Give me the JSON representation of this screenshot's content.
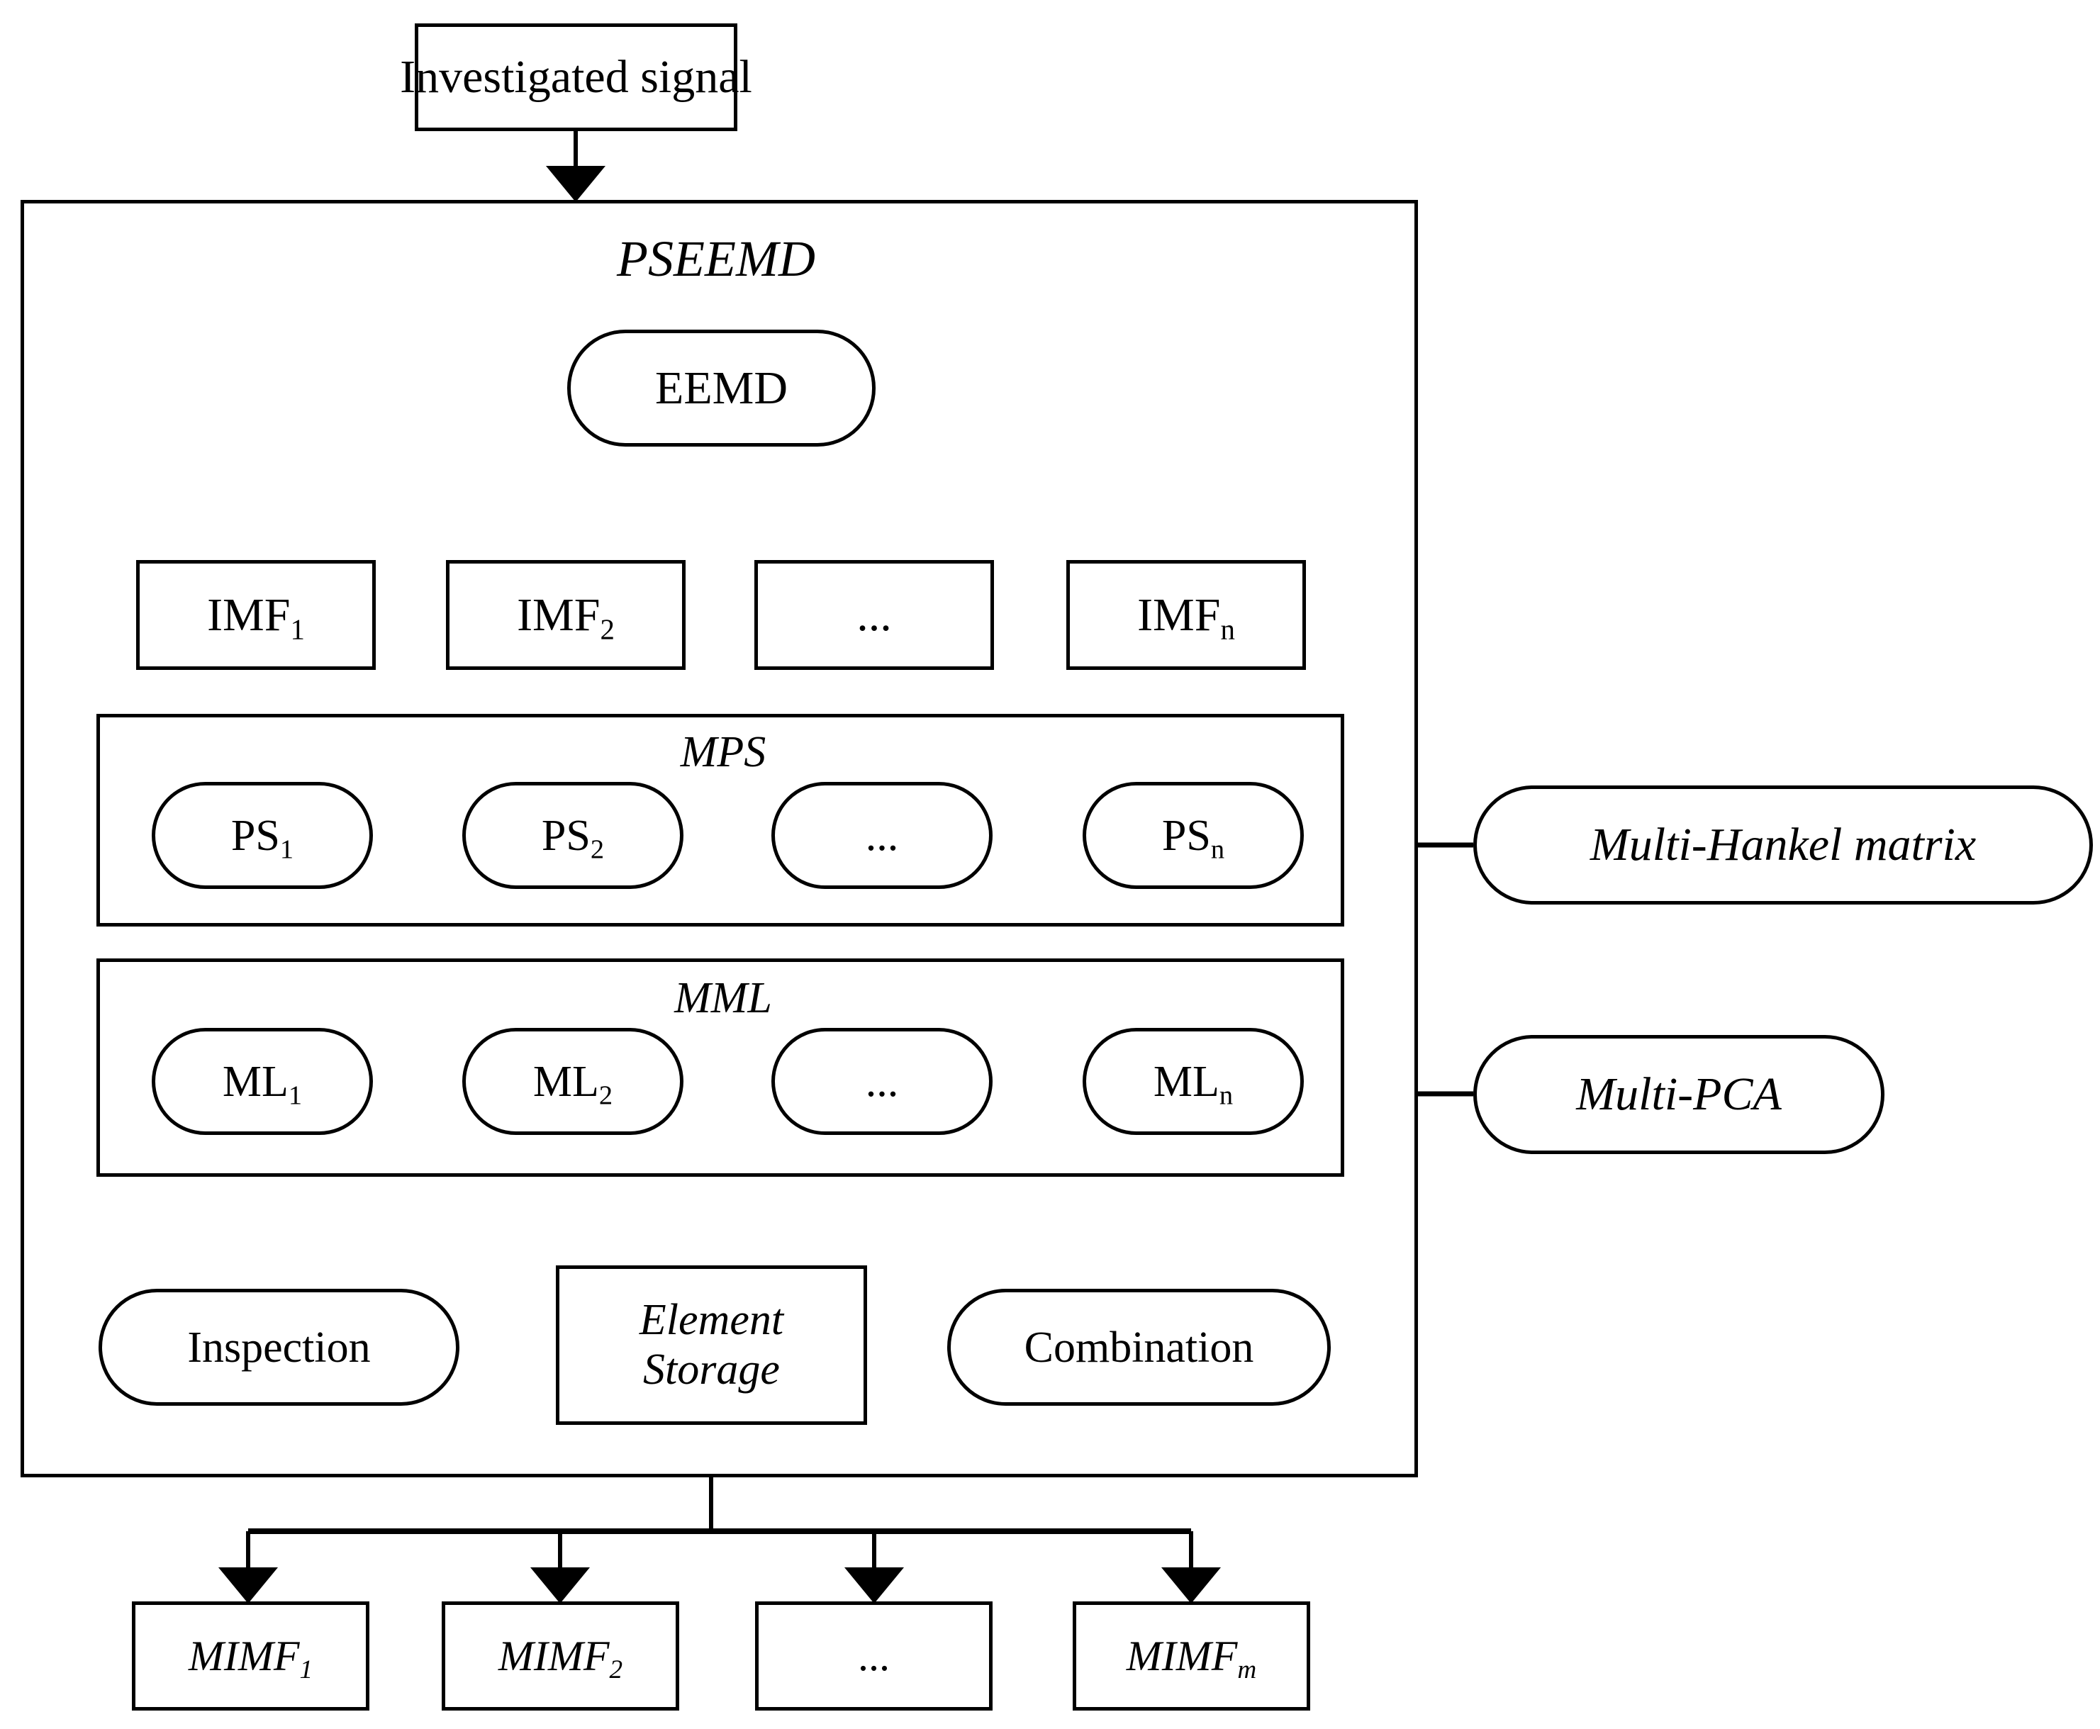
{
  "diagram": {
    "title": "PSEEMD signal decomposition flowchart",
    "stroke_color": "#000000",
    "background_color": "#ffffff",
    "input": {
      "label": "Investigated signal"
    },
    "container": {
      "label": "PSEEMD"
    },
    "eemd": {
      "label": "EEMD"
    },
    "imf_row": {
      "items": [
        {
          "base": "IMF",
          "sub": "1"
        },
        {
          "base": "IMF",
          "sub": "2"
        },
        {
          "base": "...",
          "sub": ""
        },
        {
          "base": "IMF",
          "sub": "n"
        }
      ]
    },
    "mps": {
      "label": "MPS",
      "items": [
        {
          "base": "PS",
          "sub": "1"
        },
        {
          "base": "PS",
          "sub": "2"
        },
        {
          "base": "...",
          "sub": ""
        },
        {
          "base": "PS",
          "sub": "n"
        }
      ],
      "annotation": "Multi-Hankel matrix"
    },
    "mml": {
      "label": "MML",
      "items": [
        {
          "base": "ML",
          "sub": "1"
        },
        {
          "base": "ML",
          "sub": "2"
        },
        {
          "base": "...",
          "sub": ""
        },
        {
          "base": "ML",
          "sub": "n"
        }
      ],
      "annotation": "Multi-PCA"
    },
    "storage": {
      "line1": "Element",
      "line2": "Storage"
    },
    "inspection": {
      "label": "Inspection"
    },
    "combination": {
      "label": "Combination"
    },
    "output_row": {
      "items": [
        {
          "base": "MIMF",
          "sub": "1"
        },
        {
          "base": "MIMF",
          "sub": "2"
        },
        {
          "base": "...",
          "sub": ""
        },
        {
          "base": "MIMF",
          "sub": "m"
        }
      ]
    }
  }
}
